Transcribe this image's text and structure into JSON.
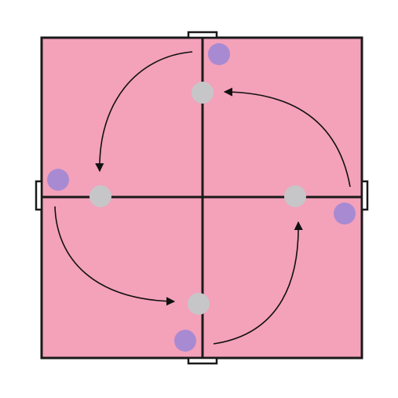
{
  "colors": {
    "background": "#ffffff",
    "field_fill": "#f4a1ba",
    "line": "#1a1a1a",
    "player_marker": "#a88ad2",
    "cone_marker": "#c6c6c8",
    "arrow": "#111111"
  },
  "diagram": {
    "quadrants": 4,
    "players": 4,
    "cones": 4,
    "rotation": "counter-clockwise"
  }
}
